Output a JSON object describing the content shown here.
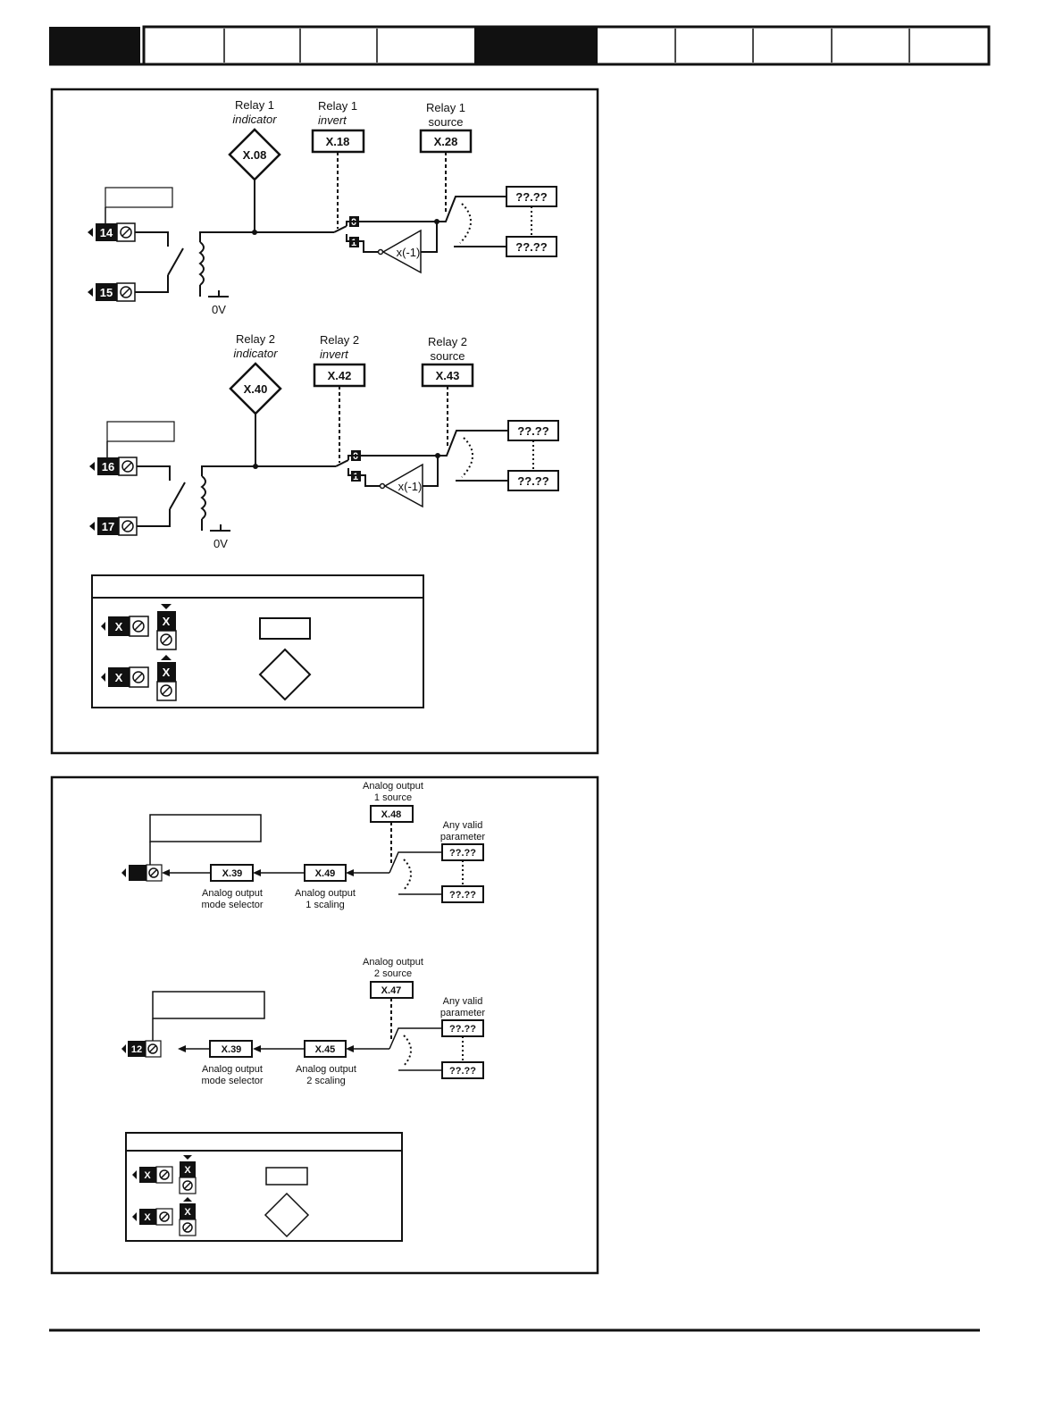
{
  "relay1": {
    "indicator_label": [
      "Relay 1",
      "indicator"
    ],
    "indicator_param": "X.08",
    "invert_label": [
      "Relay 1",
      "invert"
    ],
    "invert_param": "X.18",
    "source_label": [
      "Relay 1",
      "source"
    ],
    "source_param": "X.28",
    "terminal_a": "14",
    "terminal_b": "15",
    "dest_1": "??.??",
    "dest_2": "??.??",
    "ground": "0V",
    "switch_0": "0",
    "switch_1": "1",
    "inverter": "x(-1)"
  },
  "relay2": {
    "indicator_label": [
      "Relay 2",
      "indicator"
    ],
    "indicator_param": "X.40",
    "invert_label": [
      "Relay 2",
      "invert"
    ],
    "invert_param": "X.42",
    "source_label": [
      "Relay 2",
      "source"
    ],
    "source_param": "X.43",
    "terminal_a": "16",
    "terminal_b": "17",
    "dest_1": "??.??",
    "dest_2": "??.??",
    "ground": "0V",
    "switch_0": "0",
    "switch_1": "1",
    "inverter": "x(-1)"
  },
  "key1": {
    "terminal_glyph": "X"
  },
  "analog1": {
    "source_label": [
      "Analog output",
      "1 source"
    ],
    "source_param": "X.48",
    "any_valid_label": [
      "Any valid",
      "parameter"
    ],
    "dest_1": "??.??",
    "dest_2": "??.??",
    "scaling_param": "X.49",
    "scaling_label": [
      "Analog output",
      "1 scaling"
    ],
    "mode_param": "X.39",
    "mode_label": [
      "Analog output",
      "mode selector"
    ],
    "terminal": ""
  },
  "analog2": {
    "source_label": [
      "Analog output",
      "2 source"
    ],
    "source_param": "X.47",
    "any_valid_label": [
      "Any valid",
      "parameter"
    ],
    "dest_1": "??.??",
    "dest_2": "??.??",
    "scaling_param": "X.45",
    "scaling_label": [
      "Analog output",
      "2 scaling"
    ],
    "mode_param": "X.39",
    "mode_label": [
      "Analog output",
      "mode selector"
    ],
    "terminal": "12"
  },
  "key2": {
    "terminal_glyph": "X"
  }
}
